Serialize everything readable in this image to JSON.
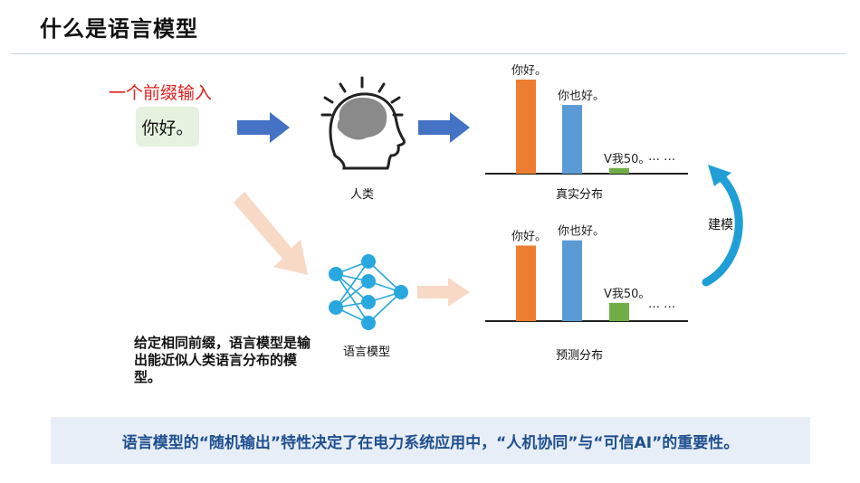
{
  "title": "什么是语言模型",
  "prefix_label": "一个前缀输入",
  "prefix_text": "你好。",
  "human_label": "人类",
  "lm_label": "语言模型",
  "modeling_label": "建模",
  "side_text": "给定相同前缀，语言模型是输出能近似人类语言分布的模型。",
  "banner_text": "语言模型的“随机输出”特性决定了在电力系统应用中，“人机协同”与“可信AI”的重要性。",
  "true_distribution": {
    "caption": "真实分布",
    "bars": [
      {
        "label": "你好。",
        "value": 1.0,
        "color": "#ed7d31"
      },
      {
        "label": "你也好。",
        "value": 0.73,
        "color": "#5b9bd5"
      },
      {
        "label": "V我50。",
        "value": 0.06,
        "color": "#70ad47"
      }
    ],
    "ellipsis": "… …"
  },
  "predicted_distribution": {
    "caption": "预测分布",
    "bars": [
      {
        "label": "你好。",
        "value": 0.87,
        "color": "#ed7d31"
      },
      {
        "label": "你也好。",
        "value": 0.93,
        "color": "#5b9bd5"
      },
      {
        "label": "V我50。",
        "value": 0.21,
        "color": "#70ad47"
      }
    ],
    "ellipsis": "… …"
  },
  "colors": {
    "arrow_blue": "#4472c4",
    "arrow_faded": "#f8d9c6",
    "neuron": "#29a8e0",
    "curve_arrow": "#1f9fd6",
    "brain_head": "#222222",
    "brain": "#8a8a8a"
  }
}
